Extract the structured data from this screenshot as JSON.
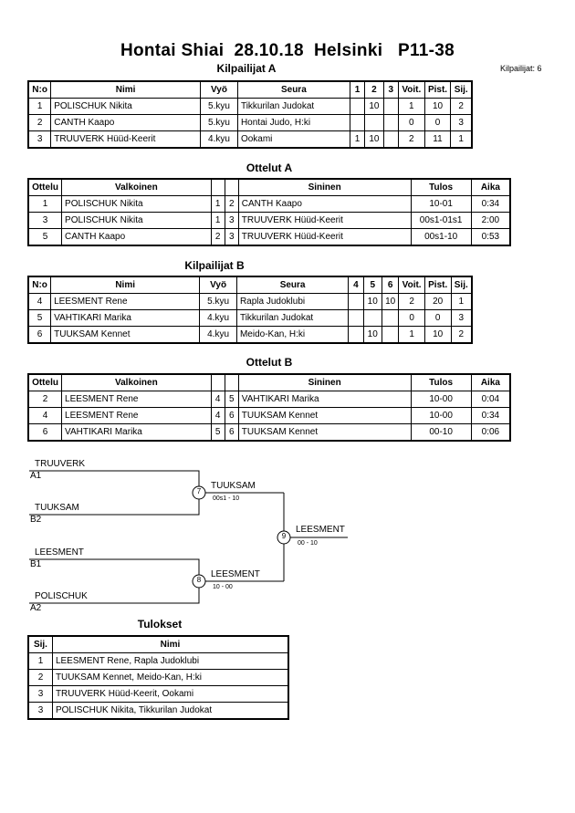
{
  "title": "Hontai Shiai  28.10.18  Helsinki   P11-38",
  "competitors_count": "Kilpailijat: 6",
  "pool_a": {
    "heading": "Kilpailijat A",
    "headers": [
      "N:o",
      "Nimi",
      "Vyö",
      "Seura",
      "1",
      "2",
      "3",
      "Voit.",
      "Pist.",
      "Sij."
    ],
    "rows": [
      [
        "1",
        "POLISCHUK Nikita",
        "5.kyu",
        "Tikkurilan Judokat",
        "",
        "10",
        "",
        "1",
        "10",
        "2"
      ],
      [
        "2",
        "CANTH Kaapo",
        "5.kyu",
        "Hontai Judo, H:ki",
        "",
        "",
        "",
        "0",
        "0",
        "3"
      ],
      [
        "3",
        "TRUUVERK Hüüd-Keerit",
        "4.kyu",
        "Ookami",
        "1",
        "10",
        "",
        "2",
        "11",
        "1"
      ]
    ]
  },
  "matches_a": {
    "heading": "Ottelut A",
    "headers": [
      "Ottelu",
      "Valkoinen",
      "",
      "",
      "Sininen",
      "Tulos",
      "Aika"
    ],
    "rows": [
      [
        "1",
        "POLISCHUK Nikita",
        "1",
        "2",
        "CANTH Kaapo",
        "10-01",
        "0:34"
      ],
      [
        "3",
        "POLISCHUK Nikita",
        "1",
        "3",
        "TRUUVERK Hüüd-Keerit",
        "00s1-01s1",
        "2:00"
      ],
      [
        "5",
        "CANTH Kaapo",
        "2",
        "3",
        "TRUUVERK Hüüd-Keerit",
        "00s1-10",
        "0:53"
      ]
    ]
  },
  "pool_b": {
    "heading": "Kilpailijat B",
    "headers": [
      "N:o",
      "Nimi",
      "Vyö",
      "Seura",
      "4",
      "5",
      "6",
      "Voit.",
      "Pist.",
      "Sij."
    ],
    "rows": [
      [
        "4",
        "LEESMENT Rene",
        "5.kyu",
        "Rapla Judoklubi",
        "",
        "10",
        "10",
        "2",
        "20",
        "1"
      ],
      [
        "5",
        "VAHTIKARI Marika",
        "4.kyu",
        "Tikkurilan Judokat",
        "",
        "",
        "",
        "0",
        "0",
        "3"
      ],
      [
        "6",
        "TUUKSAM Kennet",
        "4.kyu",
        "Meido-Kan, H:ki",
        "",
        "10",
        "",
        "1",
        "10",
        "2"
      ]
    ]
  },
  "matches_b": {
    "heading": "Ottelut B",
    "headers": [
      "Ottelu",
      "Valkoinen",
      "",
      "",
      "Sininen",
      "Tulos",
      "Aika"
    ],
    "rows": [
      [
        "2",
        "LEESMENT Rene",
        "4",
        "5",
        "VAHTIKARI Marika",
        "10-00",
        "0:04"
      ],
      [
        "4",
        "LEESMENT Rene",
        "4",
        "6",
        "TUUKSAM Kennet",
        "10-00",
        "0:34"
      ],
      [
        "6",
        "VAHTIKARI Marika",
        "5",
        "6",
        "TUUKSAM Kennet",
        "00-10",
        "0:06"
      ]
    ]
  },
  "bracket": {
    "e1": {
      "name": "TRUUVERK",
      "seed": "A1"
    },
    "e2": {
      "name": "TUUKSAM",
      "seed": "B2"
    },
    "e3": {
      "name": "LEESMENT",
      "seed": "B1"
    },
    "e4": {
      "name": "POLISCHUK",
      "seed": "A2"
    },
    "m7": {
      "num": "7",
      "winner": "TUUKSAM",
      "score": "00s1 - 10"
    },
    "m8": {
      "num": "8",
      "winner": "LEESMENT",
      "score": "10 - 00"
    },
    "m9": {
      "num": "9",
      "winner": "LEESMENT",
      "score": "00 - 10"
    }
  },
  "results": {
    "heading": "Tulokset",
    "headers": [
      "Sij.",
      "Nimi"
    ],
    "rows": [
      [
        "1",
        "LEESMENT Rene, Rapla Judoklubi"
      ],
      [
        "2",
        "TUUKSAM Kennet, Meido-Kan, H:ki"
      ],
      [
        "3",
        "TRUUVERK Hüüd-Keerit, Ookami"
      ],
      [
        "3",
        "POLISCHUK Nikita, Tikkurilan Judokat"
      ]
    ]
  }
}
